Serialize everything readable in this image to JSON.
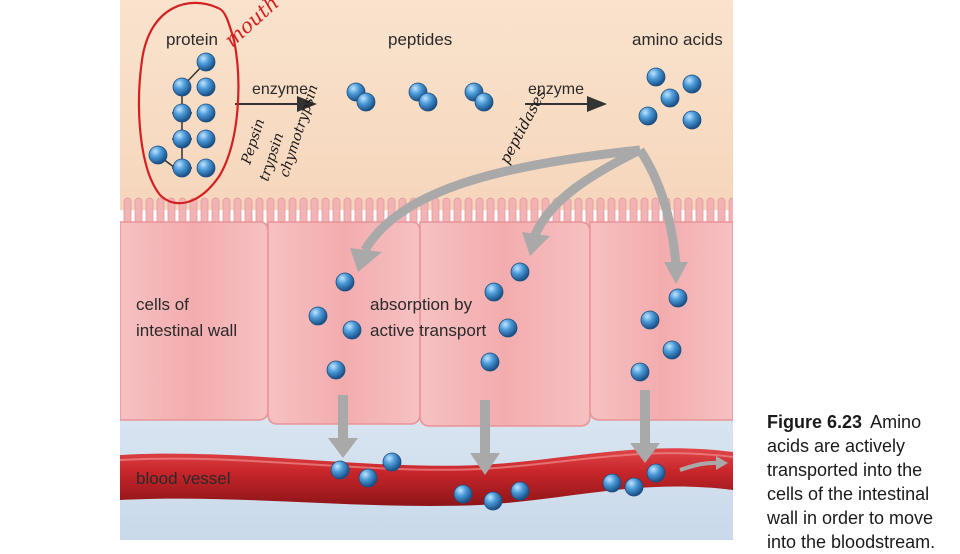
{
  "figure": {
    "labels": {
      "protein": "protein",
      "peptides": "peptides",
      "amino_acids": "amino acids",
      "enzyme_1": "enzyme",
      "enzyme_2": "enzyme",
      "cells_line1": "cells of",
      "cells_line2": "intestinal wall",
      "absorption_line1": "absorption by",
      "absorption_line2": "active transport",
      "blood_vessel": "blood vessel"
    },
    "handwriting": {
      "mouth": "mouth",
      "enzymes_line1": "Pepsin",
      "enzymes_line2": "trypsin",
      "enzymes_line3": "chymotrypsin",
      "peptidases": "peptidases"
    },
    "colors": {
      "background": "#f7dcc4",
      "molecule": "#3a8fd0",
      "arrow": "#a9a9a9",
      "cell": "#f3aeb1",
      "blood_vessel": "#c8262b",
      "annotation": "#d42020"
    }
  },
  "caption": {
    "figure_number": "Figure 6.23",
    "text": "Amino acids are actively transported into the cells of the intestinal wall in order to move into the bloodstream."
  }
}
